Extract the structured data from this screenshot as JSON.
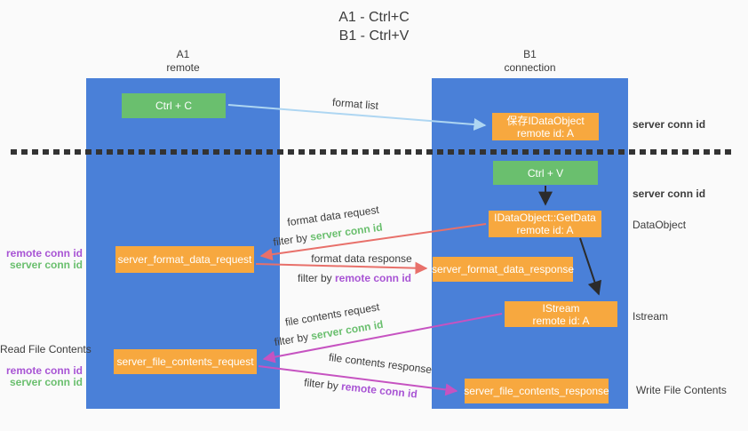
{
  "title": {
    "line1": "A1 - Ctrl+C",
    "line2": "B1 - Ctrl+V"
  },
  "columns": {
    "a": {
      "name": "A1",
      "subtitle": "remote"
    },
    "b": {
      "name": "B1",
      "subtitle": "connection"
    }
  },
  "nodes": {
    "ctrl_c": {
      "label": "Ctrl + C"
    },
    "save_dataobject": {
      "line1": "保存IDataObject",
      "line2": "remote id: A"
    },
    "ctrl_v": {
      "label": "Ctrl + V"
    },
    "getdata": {
      "line1": "IDataObject::GetData",
      "line2": "remote id: A"
    },
    "format_request": {
      "label": "server_format_data_request"
    },
    "format_response": {
      "label": "server_format_data_response"
    },
    "istream": {
      "line1": "IStream",
      "line2": "remote id: A"
    },
    "file_request": {
      "label": "server_file_contents_request"
    },
    "file_response": {
      "label": "server_file_contents_response"
    }
  },
  "edges": {
    "format_list": {
      "label": "format list"
    },
    "format_data_request": {
      "label": "format data request",
      "filter_prefix": "filter by ",
      "filter_key": "server conn id"
    },
    "format_data_response": {
      "label": "format data response",
      "filter_prefix": "filter by ",
      "filter_key": "remote conn id"
    },
    "file_contents_request": {
      "label": "file contents request",
      "filter_prefix": "filter by ",
      "filter_key": "server conn id"
    },
    "file_contents_response": {
      "label": "file contents response",
      "filter_prefix": "filter by ",
      "filter_key": "remote conn id"
    }
  },
  "side_labels": {
    "left_format": {
      "remote": "remote conn id",
      "server": "server conn id"
    },
    "left_file": {
      "title": "Read File Contents",
      "remote": "remote conn id",
      "server": "server conn id"
    },
    "right": {
      "server_conn_id_top": "server conn id",
      "server_conn_id_mid": "server conn id",
      "dataobject": "DataObject",
      "istream": "Istream",
      "write_file_contents": "Write File Contents"
    }
  },
  "colors": {
    "background": "#fafafa",
    "column_blue": "#4a80d8",
    "node_green": "#6abf6e",
    "node_orange": "#f7a83f",
    "text_green": "#6abf6e",
    "text_purple": "#a854d4",
    "arrow_red": "#e8706a",
    "arrow_magenta": "#c653c1",
    "arrow_light_blue": "#aed6f2",
    "arrow_black": "#2b2b2b"
  }
}
